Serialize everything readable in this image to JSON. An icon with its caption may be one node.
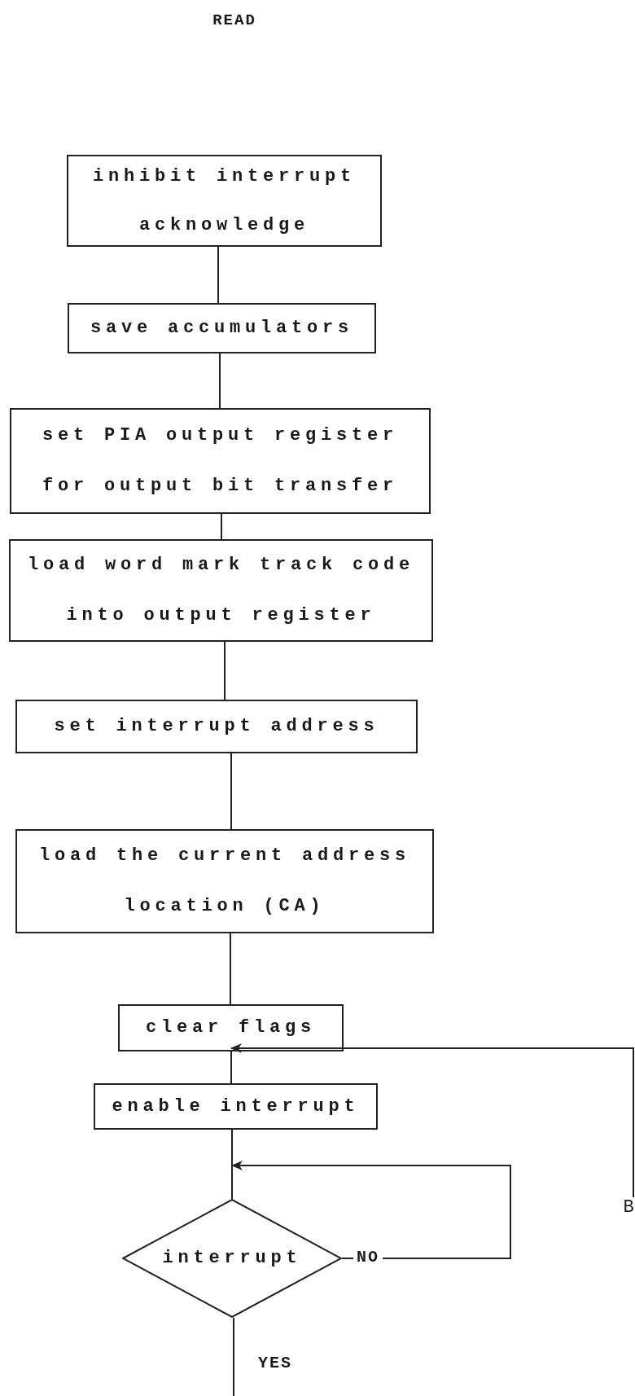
{
  "diagram": {
    "title": "READ",
    "nodes": [
      {
        "text": [
          "inhibit interrupt acknowledge"
        ]
      },
      {
        "text": [
          "save accumulators"
        ]
      },
      {
        "text": [
          "set PIA output register for output bit transfer"
        ]
      },
      {
        "text": [
          "load word mark track code into output register"
        ]
      },
      {
        "text": [
          "set interrupt address"
        ]
      },
      {
        "text": [
          "load the current address location (CA)"
        ]
      },
      {
        "text": [
          "clear flags"
        ]
      },
      {
        "text": [
          "enable interrupt"
        ]
      },
      {
        "text": [
          "interrupt"
        ]
      },
      {
        "text": [
          "B"
        ]
      }
    ],
    "edges": [
      {
        "from": 0,
        "to": 1,
        "arrow": "none"
      },
      {
        "from": 1,
        "to": 2,
        "arrow": "none"
      },
      {
        "from": 2,
        "to": 3,
        "arrow": "none"
      },
      {
        "from": 3,
        "to": 4,
        "arrow": "none"
      },
      {
        "from": 4,
        "to": 5,
        "arrow": "none"
      },
      {
        "from": 5,
        "to": 6,
        "arrow": "none"
      },
      {
        "from": 6,
        "to": 7,
        "arrow": "none"
      },
      {
        "from": 9,
        "to": 7,
        "arrow": "to"
      },
      {
        "from": 7,
        "to": 8,
        "arrow": "none"
      },
      {
        "from": 8,
        "to": 8,
        "arrow": "to",
        "label": "NO"
      },
      {
        "from": 8,
        "to": null,
        "arrow": "none",
        "label": "YES"
      }
    ]
  }
}
